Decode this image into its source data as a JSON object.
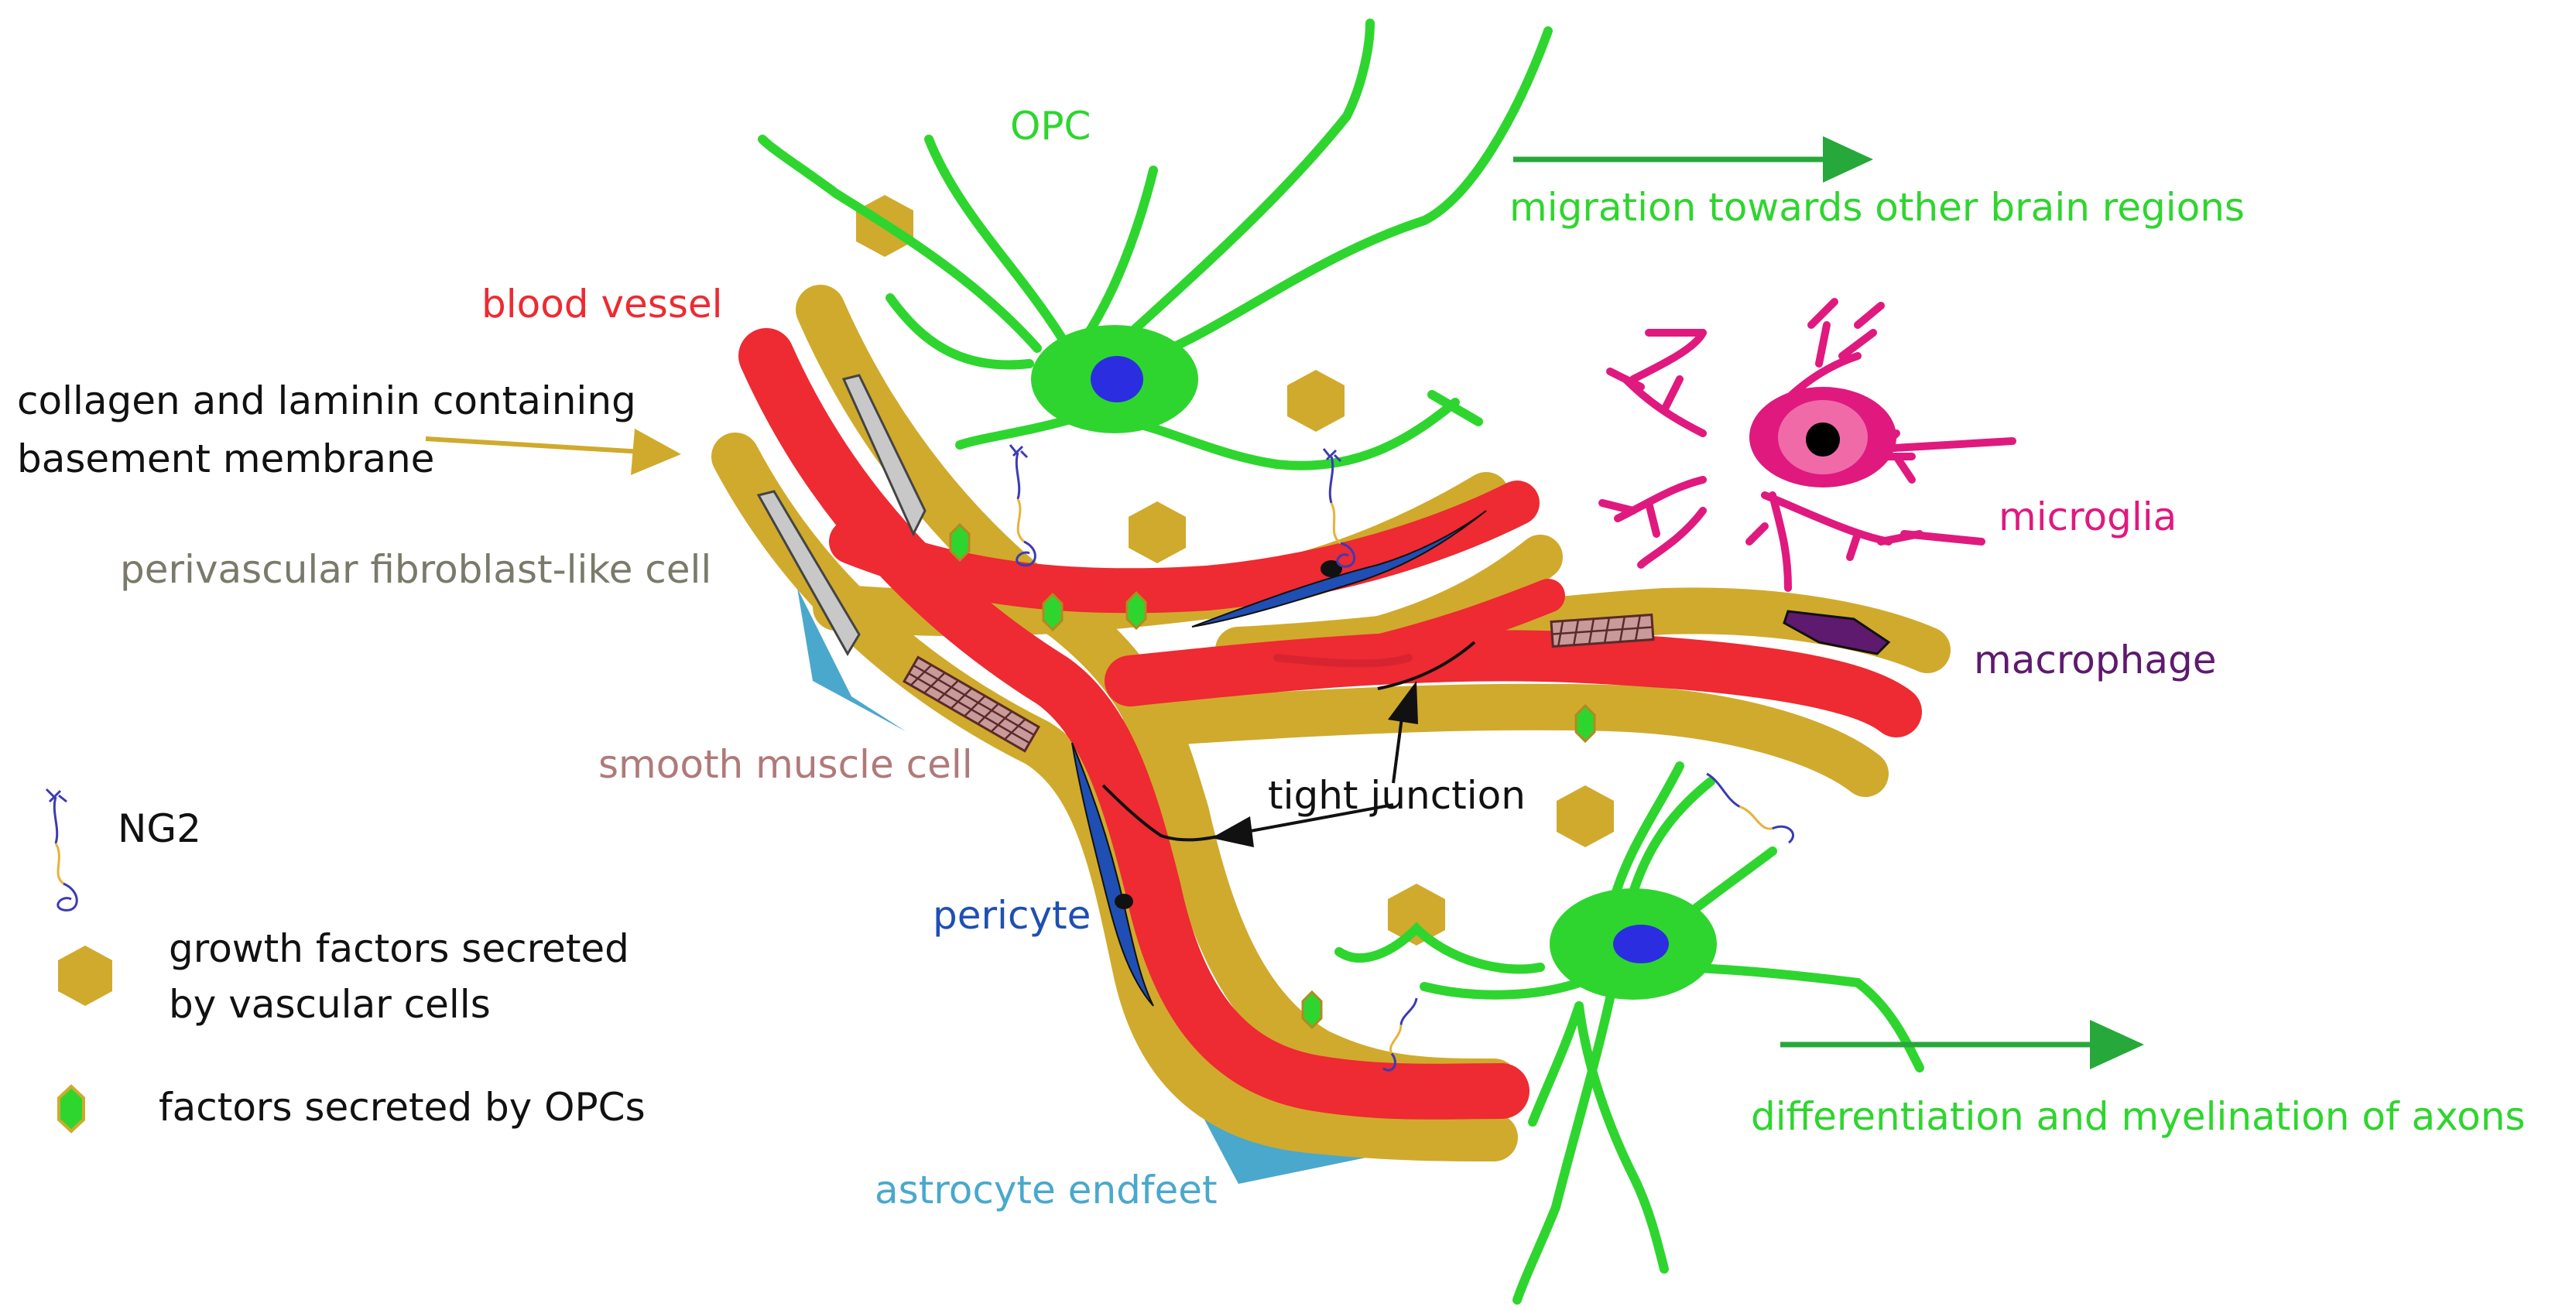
{
  "labels": {
    "opc": "OPC",
    "migration": "migration towards other brain regions",
    "blood_vessel": "blood vessel",
    "basement_line1": "collagen and laminin containing",
    "basement_line2": "basement membrane",
    "fibroblast": "perivascular fibroblast-like cell",
    "microglia": "microglia",
    "macrophage": "macrophage",
    "smooth_muscle": "smooth muscle cell",
    "tight_junction": "tight junction",
    "pericyte": "pericyte",
    "astrocyte_endfeet": "astrocyte endfeet",
    "differentiation": "differentiation and myelination of axons"
  },
  "legend": {
    "ng2": "NG2",
    "growth_line1": "growth factors secreted",
    "growth_line2": "by vascular cells",
    "opc_factors": "factors secreted by OPCs"
  },
  "colors": {
    "opc_green": "#2fd52f",
    "arrow_green": "#27a83a",
    "vessel_red": "#ee2a32",
    "membrane_gold": "#d0aa2c",
    "microglia_pink": "#e0197f",
    "macrophage_purple": "#5e1a6e",
    "pericyte_blue": "#1f4fb4",
    "astrocyte_blue": "#4aa8cc",
    "smooth_muscle_brown": "#b07a7a",
    "fibroblast_gray": "#7a7a6a"
  }
}
